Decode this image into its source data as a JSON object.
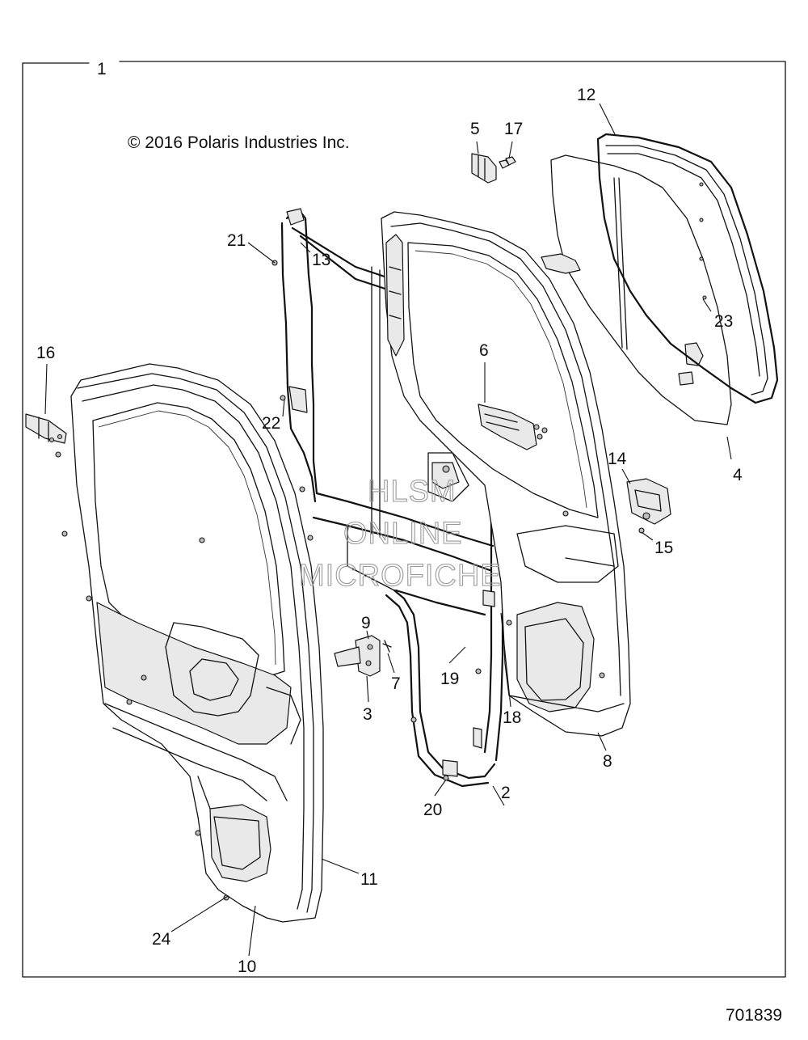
{
  "copyright": "© 2016 Polaris Industries Inc.",
  "drawing_number": "701839",
  "watermark": [
    "HLSM",
    "ONLINE",
    "MICROFICHE"
  ],
  "callouts": {
    "c1": "1",
    "c2": "2",
    "c3": "3",
    "c4": "4",
    "c5": "5",
    "c6": "6",
    "c7": "7",
    "c8": "8",
    "c9": "9",
    "c10": "10",
    "c11": "11",
    "c12": "12",
    "c13": "13",
    "c14": "14",
    "c15": "15",
    "c16": "16",
    "c17": "17",
    "c18": "18",
    "c19": "19",
    "c20": "20",
    "c21": "21",
    "c22": "22",
    "c23": "23",
    "c24": "24"
  }
}
